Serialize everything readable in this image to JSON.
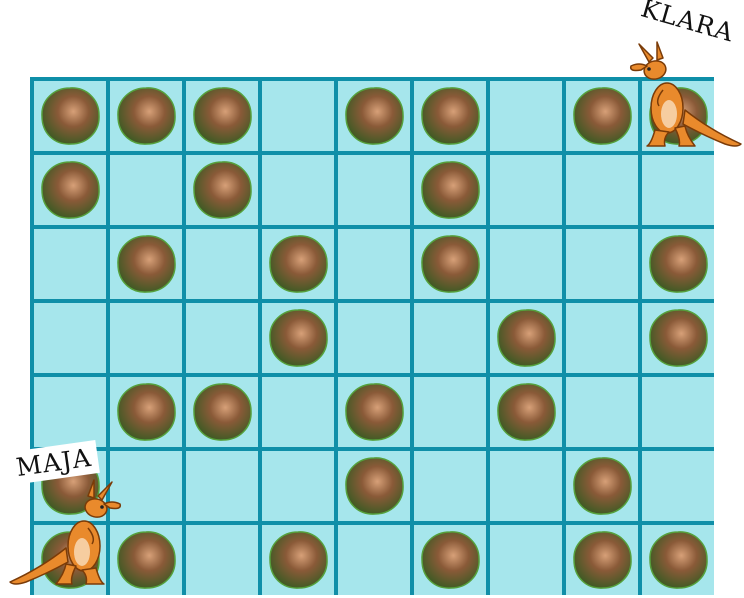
{
  "labels": {
    "top_right": "KLARA",
    "bottom_left": "MAJA"
  },
  "grid": {
    "rows": 7,
    "cols": 9,
    "nuts": [
      [
        1,
        1,
        1,
        0,
        1,
        1,
        0,
        1,
        1
      ],
      [
        1,
        0,
        1,
        0,
        0,
        1,
        0,
        0,
        0
      ],
      [
        0,
        1,
        0,
        1,
        0,
        1,
        0,
        0,
        1
      ],
      [
        0,
        0,
        0,
        1,
        0,
        0,
        1,
        0,
        1
      ],
      [
        0,
        1,
        1,
        0,
        1,
        0,
        1,
        0,
        0
      ],
      [
        1,
        0,
        0,
        0,
        1,
        0,
        0,
        1,
        0
      ],
      [
        1,
        1,
        0,
        1,
        0,
        1,
        0,
        1,
        1
      ]
    ]
  },
  "colors": {
    "cell": "#a6e6ec",
    "grid_line": "#0f8fa8",
    "nut_dark": "#3f5a24",
    "nut_light": "#d7a078",
    "kangaroo": "#e98a2c"
  },
  "icons": {
    "nut": "nut-icon",
    "kangaroo": "kangaroo-icon"
  }
}
